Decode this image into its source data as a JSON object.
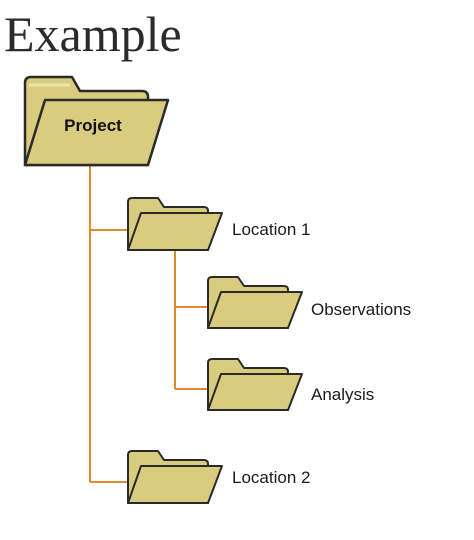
{
  "title": "Example",
  "tree": {
    "root": {
      "label": "Project",
      "children": [
        {
          "label": "Location 1",
          "children": [
            {
              "label": "Observations"
            },
            {
              "label": "Analysis"
            }
          ]
        },
        {
          "label": "Location 2"
        }
      ]
    }
  },
  "colors": {
    "folder_fill": "#d9cc7e",
    "folder_outline": "#2a2a2a",
    "connector": "#e08a2e"
  }
}
